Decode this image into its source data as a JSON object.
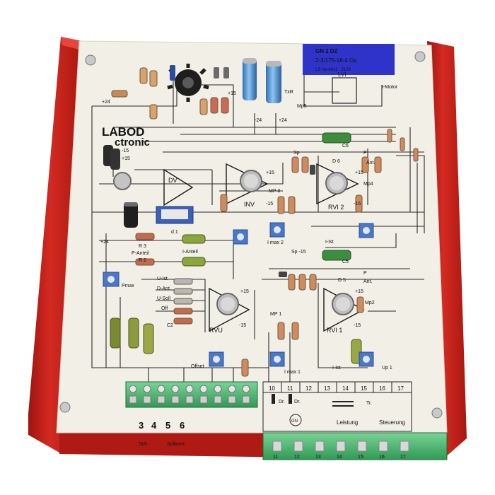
{
  "board": {
    "brand": "LABOD",
    "brand_sub": "ctronic",
    "sticker": {
      "line1": "GN 2 DZ",
      "line2": "2-3/175-18-4 Ou",
      "line3": "LS No 0411 · 2100"
    },
    "labels": {
      "dv": "DV",
      "inv": "INV",
      "rvi2": "RVI 2",
      "rvu": "RVU",
      "rvi1": "RVI 1",
      "lvi": "LVI",
      "i_motor": "I-Motor",
      "txr": "TxR",
      "mp5": "Mp5",
      "mp3": "MP 3",
      "mp4": "Mp4",
      "mp1": "MP 1",
      "mp2": "Mp2",
      "plus15": "+15",
      "minus15": "-15",
      "plus24": "+24",
      "minus24": "-24",
      "r3": "R 3",
      "r2": "R 2",
      "p_anteil": "P-Anteil",
      "i_anteil": "I-Anteil",
      "imax2": "I max 2",
      "imax1": "I max 1",
      "sp": "Sp",
      "sp_m15": "Sp -15",
      "d6": "D 6",
      "d5": "D 5",
      "c5": "C5",
      "c6": "C6",
      "i_ist_top": "I-Ist",
      "i_ist_bot": "I-Ist",
      "u_ist": "U-Ist",
      "d_ant": "D-Ant",
      "u_soll": "U-Soll",
      "off": "Off",
      "c2": "C2",
      "d1": "d 1",
      "offset": "Offset",
      "up1": "Up 1",
      "pmax": "Pmax",
      "tr": "Tr.",
      "p": "P",
      "ant": "Ant.",
      "dr1": "Dr.",
      "dr2": "Dr.",
      "gn": "GN",
      "leistung": "Leistung",
      "steuerung": "Steuerung",
      "sch": "Sch",
      "sollwert": "Sollwert"
    },
    "terminal_numbers_bottom": [
      "3",
      "4",
      "5",
      "6"
    ],
    "terminal_numbers_right": [
      "10",
      "11",
      "12",
      "13",
      "14",
      "15",
      "16",
      "17"
    ],
    "connector_numbers_green": [
      "11",
      "12",
      "13",
      "14",
      "15",
      "16",
      "17"
    ],
    "colors": {
      "frame_red": "#c8211c",
      "pcb": "#f1efe6",
      "terminal_green": "#4dbb73",
      "sticker_blue": "#2f33c9",
      "trimmer_blue": "#4a77c8",
      "capacitor_blue": "#3f8fd6"
    }
  }
}
